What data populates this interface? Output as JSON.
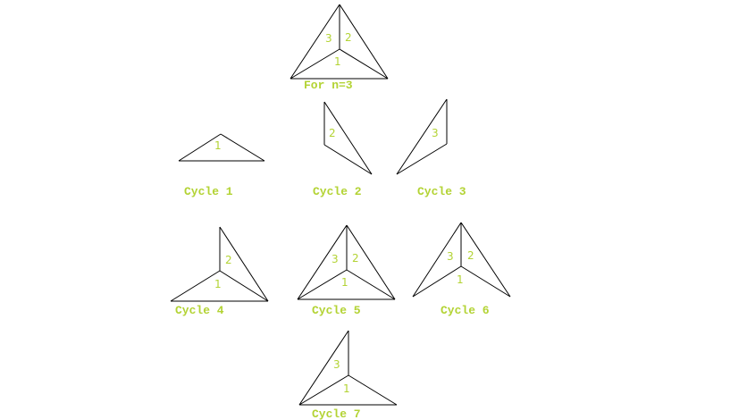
{
  "diagram": {
    "header_label": "For n=3",
    "cycles": [
      {
        "id": "main",
        "label": "For n=3",
        "regions": [
          "3",
          "2",
          "1"
        ]
      },
      {
        "id": "c1",
        "label": "Cycle 1",
        "regions": [
          "1"
        ]
      },
      {
        "id": "c2",
        "label": "Cycle 2",
        "regions": [
          "2"
        ]
      },
      {
        "id": "c3",
        "label": "Cycle 3",
        "regions": [
          "3"
        ]
      },
      {
        "id": "c4",
        "label": "Cycle 4",
        "regions": [
          "2",
          "1"
        ]
      },
      {
        "id": "c5",
        "label": "Cycle 5",
        "regions": [
          "3",
          "2",
          "1"
        ]
      },
      {
        "id": "c6",
        "label": "Cycle 6",
        "regions": [
          "3",
          "2",
          "1"
        ]
      },
      {
        "id": "c7",
        "label": "Cycle 7",
        "regions": [
          "3",
          "1"
        ]
      }
    ],
    "colors": {
      "label": "#b3d334",
      "edge": "#000000",
      "background": "#ffffff"
    }
  }
}
